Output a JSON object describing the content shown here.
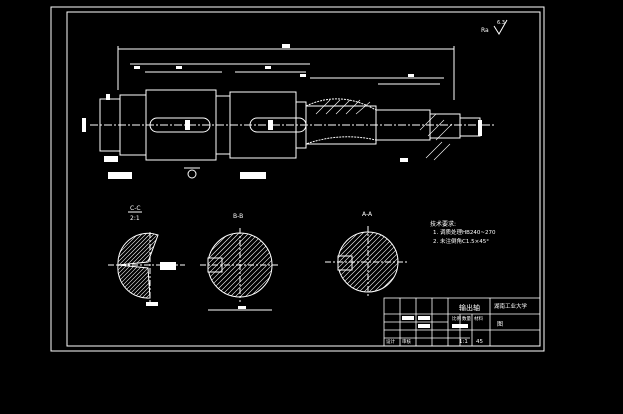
{
  "drawing": {
    "surface_label": "Ra",
    "surface_value": "6.3",
    "top_dim": "360",
    "views": {
      "left_section_title_top": "C-C",
      "left_section_title_bottom": "2:1",
      "mid_section_title": "B-B",
      "right_section_title": "A-A"
    },
    "notes_title": "技术要求:",
    "notes": [
      "1. 调质处理HB240~270",
      "2. 未注倒角C1.5×45°"
    ],
    "title_block": {
      "part_name": "输出轴",
      "school": "湖南工业大学",
      "material": "45",
      "scale": "1:1",
      "sheet": "图",
      "cells": [
        "设计",
        "审核",
        "比例",
        "数量",
        "材料"
      ]
    }
  },
  "colors": {
    "background": "#000000",
    "line": "#ffffff",
    "dim": "#ffffff",
    "hatch": "#ffffff"
  }
}
